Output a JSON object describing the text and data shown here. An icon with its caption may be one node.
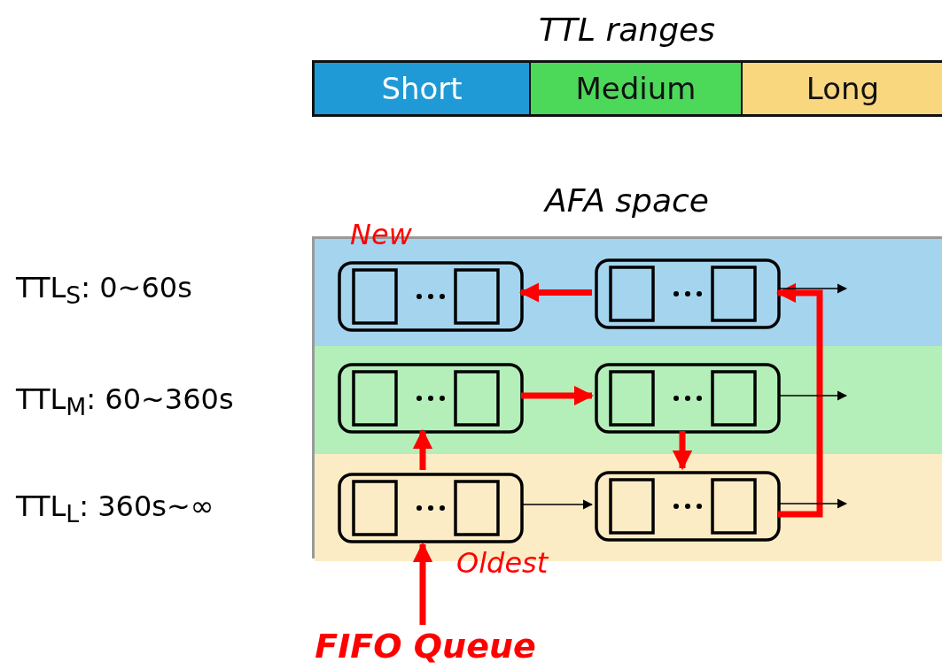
{
  "diagram": {
    "nodes": [
      {
        "text": [
          "TTL ranges"
        ]
      },
      {
        "text": [
          "Short"
        ],
        "in": 0
      },
      {
        "text": [
          "Medium"
        ],
        "in": 0
      },
      {
        "text": [
          "Long"
        ],
        "in": 0
      },
      {
        "text": [
          "AFA space"
        ]
      },
      {
        "text": [],
        "shape": "band",
        "in": 4
      },
      {
        "text": [],
        "shape": "band",
        "in": 4
      },
      {
        "text": [],
        "shape": "band",
        "in": 4
      },
      {
        "text": [],
        "shape": "box",
        "in": 5,
        "beside": [
          "New"
        ]
      },
      {
        "text": [],
        "shape": "box",
        "in": 5
      },
      {
        "text": [],
        "shape": "box",
        "in": 6
      },
      {
        "text": [],
        "shape": "box",
        "in": 6
      },
      {
        "text": [],
        "shape": "box",
        "in": 7,
        "beside": [
          "Oldest"
        ]
      },
      {
        "text": [],
        "shape": "box",
        "in": 7
      },
      {
        "text": [
          "FIFO Queue"
        ]
      }
    ],
    "edges": [
      {
        "from": 9,
        "to": 8,
        "arrow": "to"
      },
      {
        "from": 10,
        "to": 11,
        "arrow": "to"
      },
      {
        "from": 12,
        "to": 13,
        "arrow": "to",
        "color": "#000000"
      },
      {
        "from": 14,
        "to": 12,
        "arrow": "to"
      },
      {
        "from": 12,
        "to": 10,
        "arrow": "to"
      },
      {
        "from": 11,
        "to": 13,
        "arrow": "to"
      },
      {
        "from": 13,
        "to": 9,
        "arrow": "to"
      },
      {
        "from": 9,
        "to": null,
        "arrow": "to",
        "color": "#000000"
      },
      {
        "from": 11,
        "to": null,
        "arrow": "to",
        "color": "#000000"
      },
      {
        "from": 13,
        "to": null,
        "arrow": "to",
        "color": "#000000"
      }
    ],
    "labels": [
      "TTL$_{S}$: 0~60s",
      "TTL$_{M}$: 60~360s",
      "TTL$_{L}$: 360s~∞"
    ]
  }
}
